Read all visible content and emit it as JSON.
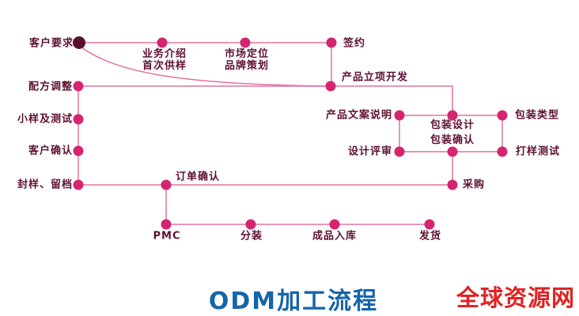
{
  "title": {
    "text": "ODM加工流程"
  },
  "watermark": {
    "text": "全球资源网"
  },
  "colors": {
    "node_dot": "#d4256f",
    "start_dot": "#5a1030",
    "connector": "#e2739f",
    "label_text": "#5e1133",
    "title_blue": "#1565a8",
    "watermark_red": "#e02222"
  },
  "nodes": {
    "customer_requirements": {
      "label": "客户要求"
    },
    "business_intro": {
      "line1": "业务介绍",
      "line2": "首次供样"
    },
    "market_positioning": {
      "line1": "市场定位",
      "line2": "品牌策划"
    },
    "sign_contract": {
      "label": "签约"
    },
    "product_initiation": {
      "label": "产品立项开发"
    },
    "formula_adjustment": {
      "label": "配方调整"
    },
    "sample_testing": {
      "label": "小样及测试"
    },
    "customer_confirmation": {
      "label": "客户确认"
    },
    "seal_sample_archive": {
      "label": "封样、留档"
    },
    "order_confirmation": {
      "label": "订单确认"
    },
    "product_copywriting": {
      "label": "产品文案说明"
    },
    "packaging_design": {
      "line1": "包装设计",
      "line2": "包装确认"
    },
    "packaging_type": {
      "label": "包装类型"
    },
    "design_review": {
      "label": "设计评审"
    },
    "proofing_test": {
      "label": "打样测试"
    },
    "procurement": {
      "label": "采购"
    },
    "pmc": {
      "label": "PMC"
    },
    "filling": {
      "label": "分装"
    },
    "finished_goods_warehousing": {
      "label": "成品入库"
    },
    "shipping": {
      "label": "发货"
    }
  }
}
